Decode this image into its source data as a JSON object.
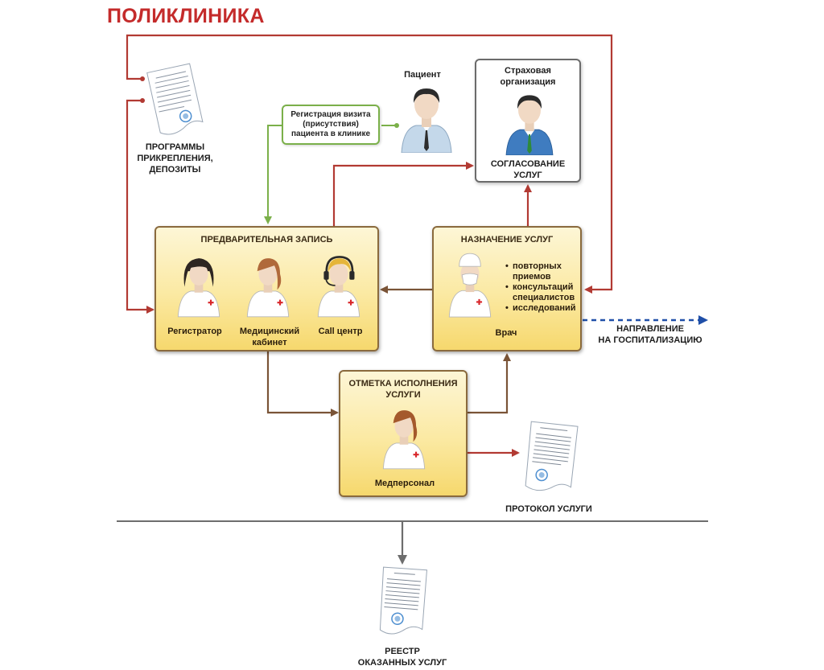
{
  "title": "ПОЛИКЛИНИКА",
  "documents": {
    "programs": "ПРОГРАММЫ\nПРИКРЕПЛЕНИЯ,\nДЕПОЗИТЫ",
    "protocol": "ПРОТОКОЛ УСЛУГИ",
    "registry": "РЕЕСТР\nОКАЗАННЫХ УСЛУГ"
  },
  "patient": {
    "label": "Пациент"
  },
  "visit_registration": {
    "label": "Регистрация визита\n(присутствия)\nпациента в клинике"
  },
  "insurance": {
    "title": "Страховая\nорганизация",
    "caption": "СОГЛАСОВАНИЕ\nУСЛУГ"
  },
  "pre_registration": {
    "title": "ПРЕДВАРИТЕЛЬНАЯ ЗАПИСЬ",
    "roles": [
      {
        "label": "Регистратор"
      },
      {
        "label": "Медицинский\nкабинет"
      },
      {
        "label": "Call центр"
      }
    ]
  },
  "service_assignment": {
    "title": "НАЗНАЧЕНИЕ УСЛУГ",
    "items": [
      "повторных\nприемов",
      "консультаций\nспециалистов",
      "исследований"
    ],
    "role": "Врач"
  },
  "execution_mark": {
    "title": "ОТМЕТКА ИСПОЛНЕНИЯ\nУСЛУГИ",
    "role": "Медперсонал"
  },
  "hospitalization": {
    "label": "НАПРАВЛЕНИЕ\nНА ГОСПИТАЛИЗАЦИЮ"
  },
  "colors": {
    "accent_red": "#c42b2b",
    "flow_brown": "#7a5437",
    "flow_green": "#7bb04a",
    "flow_blue": "#1f4fa8",
    "box_border": "#8a6a3d"
  }
}
